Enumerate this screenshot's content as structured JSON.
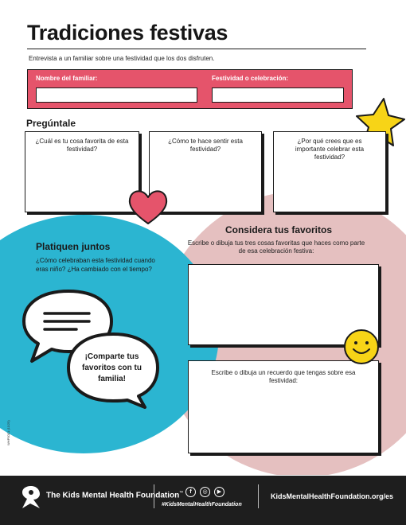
{
  "header": {
    "title": "Tradiciones festivas",
    "intro": "Entrevista a un familiar sobre una festividad que los dos disfruten."
  },
  "name_panel": {
    "name_label": "Nombre del familiar:",
    "name_value": "",
    "celebration_label": "Festividad o celebración:",
    "celebration_value": ""
  },
  "ask_section": {
    "heading": "Pregúntale",
    "questions": [
      "¿Cuál es tu cosa favorita de esta festividad?",
      "¿Cómo te hace sentir esta festividad?",
      "¿Por qué crees que es importante celebrar esta festividad?"
    ]
  },
  "favorites_section": {
    "heading": "Considera tus favoritos",
    "instruction": "Escribe o dibuja tus tres cosas favoritas que haces como parte de esa celebración festiva:",
    "memory_instruction": "Escribe o dibuja un recuerdo que tengas sobre esa festividad:"
  },
  "talk_section": {
    "heading": "Platiquen juntos",
    "text": "¿Cómo celebraban esta festividad cuando eras niño? ¿Ha cambiado con el tiempo?",
    "bubble_text": "¡Comparte tus favoritos con tu familia!"
  },
  "side_code": "WHP5001 (11/25)",
  "footer": {
    "org_name": "The Kids Mental Health Foundation",
    "trademark": "™",
    "hashtag": "#KidsMentalHealthFoundation",
    "url": "KidsMentalHealthFoundation.org/es",
    "social_icons": [
      "facebook-icon",
      "instagram-icon",
      "youtube-icon"
    ]
  },
  "colors": {
    "accent_pink": "#e5546b",
    "teal": "#2bb5d1",
    "blush": "#e2b9b9",
    "star_yellow": "#f7d417",
    "footer_bg": "#1e1e1e"
  }
}
